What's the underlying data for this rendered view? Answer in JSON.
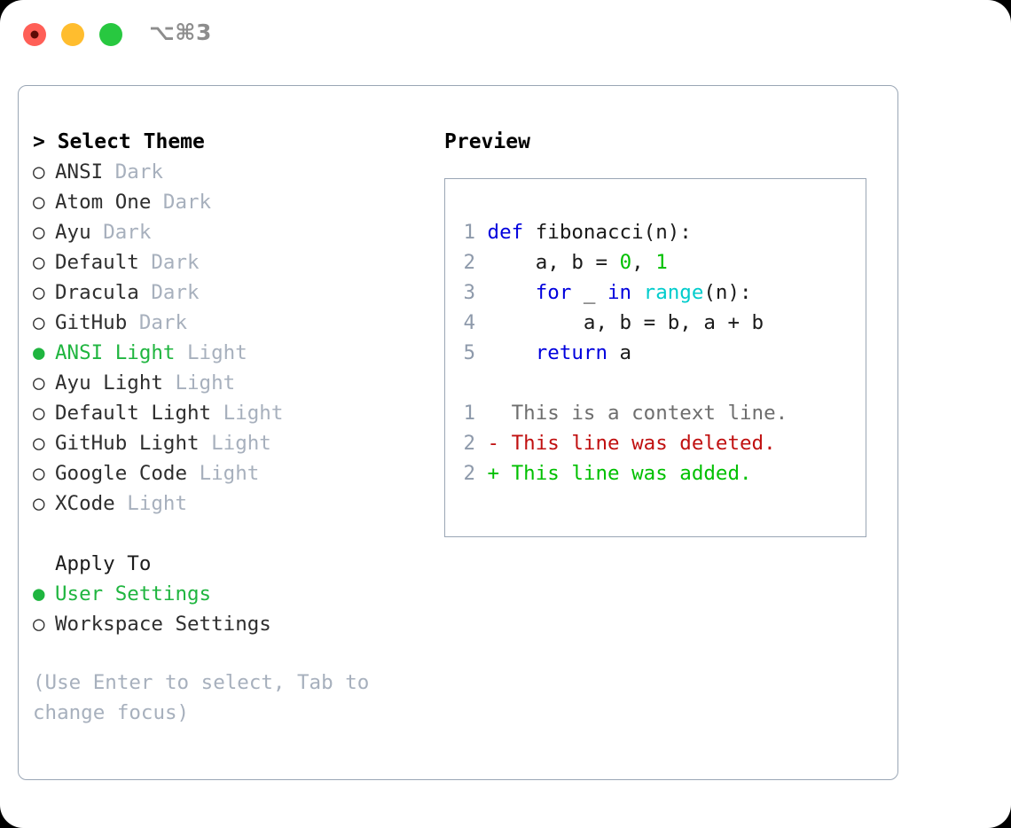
{
  "window": {
    "title": "⌥⌘3",
    "traffic_lights": [
      "close-red",
      "minimize-yellow",
      "maximize-green"
    ]
  },
  "theme_picker": {
    "header": "> Select Theme",
    "options": [
      {
        "bullet": "○",
        "name": "ANSI",
        "kind": "Dark",
        "selected": false
      },
      {
        "bullet": "○",
        "name": "Atom One",
        "kind": "Dark",
        "selected": false
      },
      {
        "bullet": "○",
        "name": "Ayu",
        "kind": "Dark",
        "selected": false
      },
      {
        "bullet": "○",
        "name": "Default",
        "kind": "Dark",
        "selected": false
      },
      {
        "bullet": "○",
        "name": "Dracula",
        "kind": "Dark",
        "selected": false
      },
      {
        "bullet": "○",
        "name": "GitHub",
        "kind": "Dark",
        "selected": false
      },
      {
        "bullet": "●",
        "name": "ANSI Light",
        "kind": "Light",
        "selected": true
      },
      {
        "bullet": "○",
        "name": "Ayu Light",
        "kind": "Light",
        "selected": false
      },
      {
        "bullet": "○",
        "name": "Default Light",
        "kind": "Light",
        "selected": false
      },
      {
        "bullet": "○",
        "name": "GitHub Light",
        "kind": "Light",
        "selected": false
      },
      {
        "bullet": "○",
        "name": "Google Code",
        "kind": "Light",
        "selected": false
      },
      {
        "bullet": "○",
        "name": "XCode",
        "kind": "Light",
        "selected": false
      }
    ]
  },
  "apply_to": {
    "header": "Apply To",
    "options": [
      {
        "bullet": "●",
        "label": "User Settings",
        "selected": true
      },
      {
        "bullet": "○",
        "label": "Workspace Settings",
        "selected": false
      }
    ]
  },
  "hint": "(Use Enter to select, Tab to change focus)",
  "preview": {
    "header": "Preview",
    "code_lines": [
      {
        "ln": "1",
        "tokens": [
          {
            "t": "def ",
            "c": "kw"
          },
          {
            "t": "fibonacci(n):",
            "c": "plain"
          }
        ]
      },
      {
        "ln": "2",
        "tokens": [
          {
            "t": "    a, b = ",
            "c": "plain"
          },
          {
            "t": "0",
            "c": "num"
          },
          {
            "t": ", ",
            "c": "plain"
          },
          {
            "t": "1",
            "c": "num"
          }
        ]
      },
      {
        "ln": "3",
        "tokens": [
          {
            "t": "    ",
            "c": "plain"
          },
          {
            "t": "for",
            "c": "kw"
          },
          {
            "t": " _ ",
            "c": "plain"
          },
          {
            "t": "in",
            "c": "kw"
          },
          {
            "t": " ",
            "c": "plain"
          },
          {
            "t": "range",
            "c": "fn"
          },
          {
            "t": "(n):",
            "c": "plain"
          }
        ]
      },
      {
        "ln": "4",
        "tokens": [
          {
            "t": "        a, b = b, a + b",
            "c": "plain"
          }
        ]
      },
      {
        "ln": "5",
        "tokens": [
          {
            "t": "    ",
            "c": "plain"
          },
          {
            "t": "return",
            "c": "kw"
          },
          {
            "t": " a",
            "c": "plain"
          }
        ]
      }
    ],
    "diff_lines": [
      {
        "ln": "1",
        "text": "   This is a context line.",
        "kind": "ctx"
      },
      {
        "ln": "2",
        "text": " - This line was deleted.",
        "kind": "del"
      },
      {
        "ln": "2",
        "text": " + This line was added.",
        "kind": "add"
      }
    ]
  },
  "colors": {
    "selected_green": "#1fb53f",
    "muted_gray": "#a7b0bd",
    "keyword_blue": "#0000dd",
    "function_cyan": "#00cccc",
    "number_green": "#00c000",
    "diff_del_red": "#c01010",
    "diff_add_green": "#00c000",
    "border": "#9aa6b5"
  }
}
